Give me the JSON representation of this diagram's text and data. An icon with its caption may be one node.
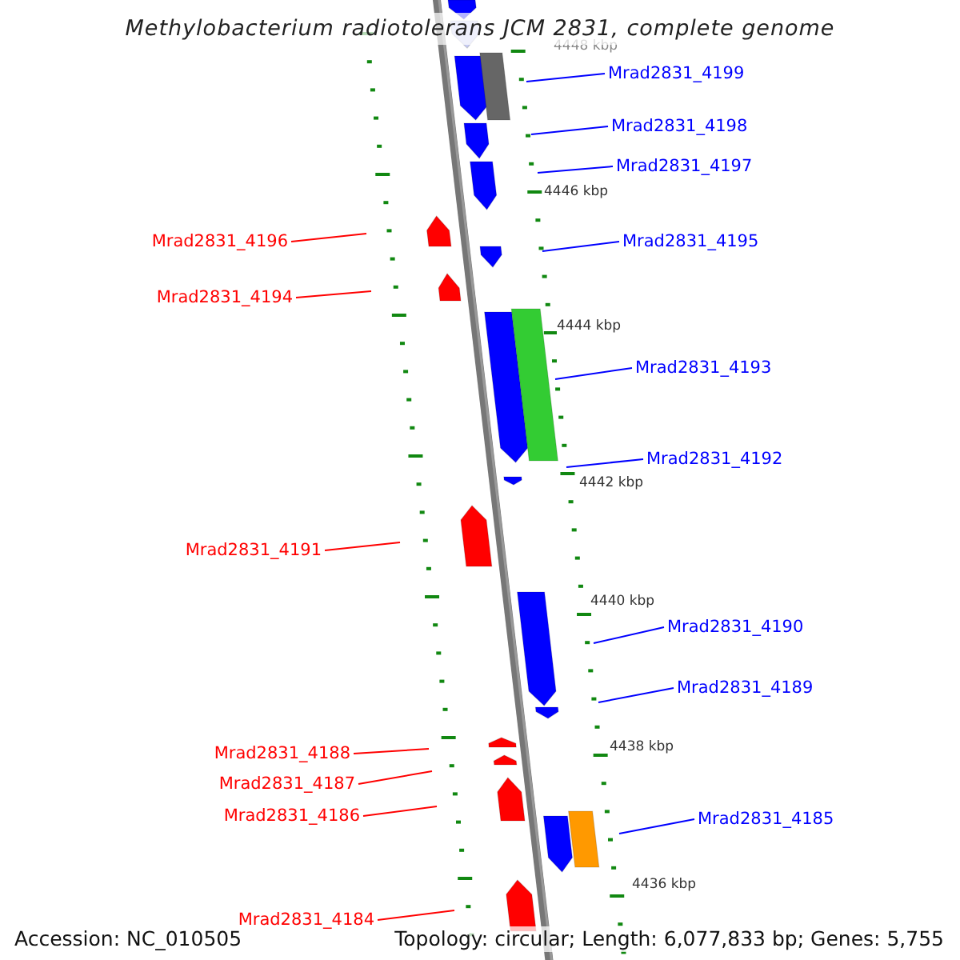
{
  "diagram": {
    "title": "Methylobacterium radiotolerans JCM 2831, complete genome",
    "nodes": [
      {
        "text": [
          "Mrad2831_4199"
        ]
      },
      {
        "text": [
          "Mrad2831_4198"
        ]
      },
      {
        "text": [
          "Mrad2831_4197"
        ]
      },
      {
        "text": [
          "Mrad2831_4196"
        ]
      },
      {
        "text": [
          "Mrad2831_4195"
        ]
      },
      {
        "text": [
          "Mrad2831_4194"
        ]
      },
      {
        "text": [
          "Mrad2831_4193"
        ]
      },
      {
        "text": [
          "Mrad2831_4192"
        ]
      },
      {
        "text": [
          "Mrad2831_4191"
        ]
      },
      {
        "text": [
          "Mrad2831_4190"
        ]
      },
      {
        "text": [
          "Mrad2831_4189"
        ]
      },
      {
        "text": [
          "Mrad2831_4188"
        ]
      },
      {
        "text": [
          "Mrad2831_4187"
        ]
      },
      {
        "text": [
          "Mrad2831_4186"
        ]
      },
      {
        "text": [
          "Mrad2831_4185"
        ]
      },
      {
        "text": [
          "Mrad2831_4184"
        ]
      }
    ],
    "edges": [
      {
        "from": 0,
        "to": null,
        "arrow": "none"
      },
      {
        "from": 1,
        "to": null,
        "arrow": "none"
      },
      {
        "from": 2,
        "to": null,
        "arrow": "none"
      },
      {
        "from": 3,
        "to": null,
        "arrow": "none",
        "color": "#ff0000"
      },
      {
        "from": 4,
        "to": null,
        "arrow": "none"
      },
      {
        "from": 5,
        "to": null,
        "arrow": "none",
        "color": "#ff0000"
      },
      {
        "from": 6,
        "to": null,
        "arrow": "none"
      },
      {
        "from": 7,
        "to": null,
        "arrow": "none"
      },
      {
        "from": 8,
        "to": null,
        "arrow": "none",
        "color": "#ff0000"
      },
      {
        "from": 9,
        "to": null,
        "arrow": "none"
      },
      {
        "from": 10,
        "to": null,
        "arrow": "none"
      },
      {
        "from": 11,
        "to": null,
        "arrow": "none",
        "color": "#ff0000"
      },
      {
        "from": 12,
        "to": null,
        "arrow": "none",
        "color": "#ff0000"
      },
      {
        "from": 13,
        "to": null,
        "arrow": "none",
        "color": "#ff0000"
      },
      {
        "from": 14,
        "to": null,
        "arrow": "none"
      },
      {
        "from": 15,
        "to": null,
        "arrow": "none",
        "color": "#ff0000"
      }
    ],
    "labels": [
      "4448 kbp",
      "4446 kbp",
      "4444 kbp",
      "4442 kbp",
      "4440 kbp",
      "4438 kbp",
      "4436 kbp",
      "Accession: NC_010505",
      "Topology: circular; Length: 6,077,833 bp; Genes: 5,755"
    ]
  }
}
